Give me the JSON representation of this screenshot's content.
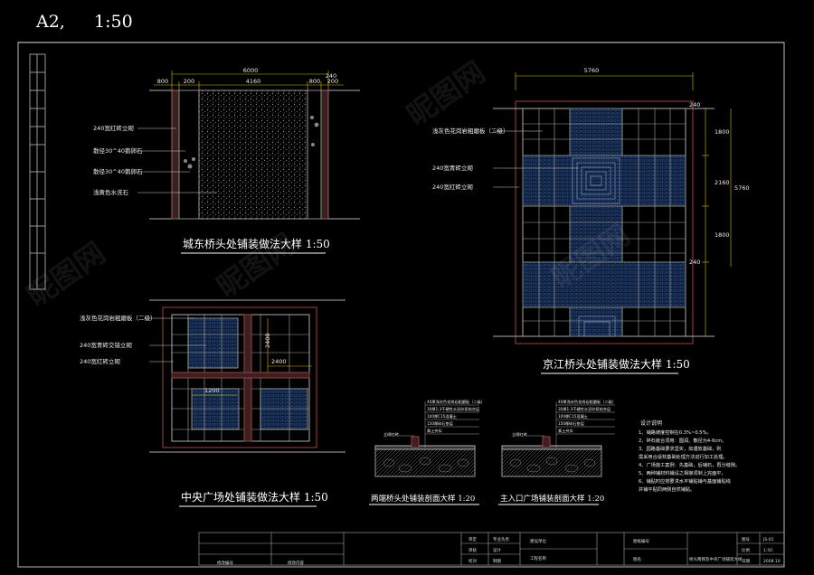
{
  "sheet": {
    "size_label": "A2,",
    "scale_label": "1:50"
  },
  "drawing_1": {
    "title": "城东桥头处铺装做法大样  1:50",
    "dim_total": "6000",
    "dim_parts": [
      "800",
      "200",
      "4160",
      "800",
      "200"
    ],
    "dim_top_right": "240",
    "labels": [
      "240宽红砖立砌",
      "散径30^40鹅卵石",
      "散径30^40鹅卵石",
      "浅黄色水洗石"
    ]
  },
  "drawing_2": {
    "title": "京江桥头处铺装做法大样  1:50",
    "dim_total": "5760",
    "dim_right": [
      "1800",
      "2160",
      "1800"
    ],
    "dim_overall": "5760",
    "dim_small": [
      "240",
      "240"
    ],
    "labels": [
      "浅灰色花岗岩粗磨板（二级）",
      "240宽青砖立砌",
      "240宽红砖立砌"
    ]
  },
  "drawing_3": {
    "title": "中央广场处铺装做法大样  1:50",
    "dim_a": "2400",
    "dim_b": "2400",
    "dim_c": "1200",
    "labels": [
      "浅灰色花岗岩粗磨板（二级）",
      "240宽青砖交错立砌",
      "240宽红砖立砌"
    ]
  },
  "section_1": {
    "title": "两端桥头处铺装剖面大样  1:20",
    "layers": [
      "40厚浅灰色花岗岩粗磨板（二级）",
      "30厚1:3干硬性水泥砂浆结合层",
      "100厚C15混凝土",
      "150厚碎石垫层",
      "素土夯实"
    ],
    "tag": "立砌红砖"
  },
  "section_2": {
    "title": "主入口广场铺装剖面大样  1:20",
    "layers": [
      "40厚浅灰色花岗岩粗磨板（二级）",
      "30厚1:3干硬性水泥砂浆结合层",
      "100厚C15混凝土",
      "150厚碎石垫层",
      "素土夯实"
    ],
    "tag": "立砌红砖"
  },
  "notes": {
    "heading": "设计说明",
    "lines": [
      "1、铺路坡度控制在0.3%~0.5%。",
      "2、碎石嵌合须用：圆润、散径为4-6cm。",
      "3、园路基础要求坚实，如遇软基础，则",
      "   需采用合适软基础处理方法进行加工处理。",
      "4、广场施工案例：先基础，后铺石，再分缝隙。",
      "5、两种铺材料铺设之相接须制上完面平，",
      "6、铺贴时应按要求水平铺贴铺与基面铺贴线",
      "   并铺平贴同两侧自然铺贴。"
    ]
  },
  "title_block": {
    "left_cells": [
      "修改编号",
      "修改内容"
    ],
    "cells": [
      "审定",
      "审核",
      "校对",
      "专业负责",
      "设计",
      "制图",
      "图名",
      "工程名称",
      "建设单位",
      "图号",
      "比例",
      "日期",
      "图纸编号"
    ],
    "drawing_name": "桥头两侧及中央广场铺装大样",
    "values": [
      "JS-01",
      "1:50",
      "2008.10"
    ]
  },
  "watermarks": [
    "昵图网"
  ]
}
